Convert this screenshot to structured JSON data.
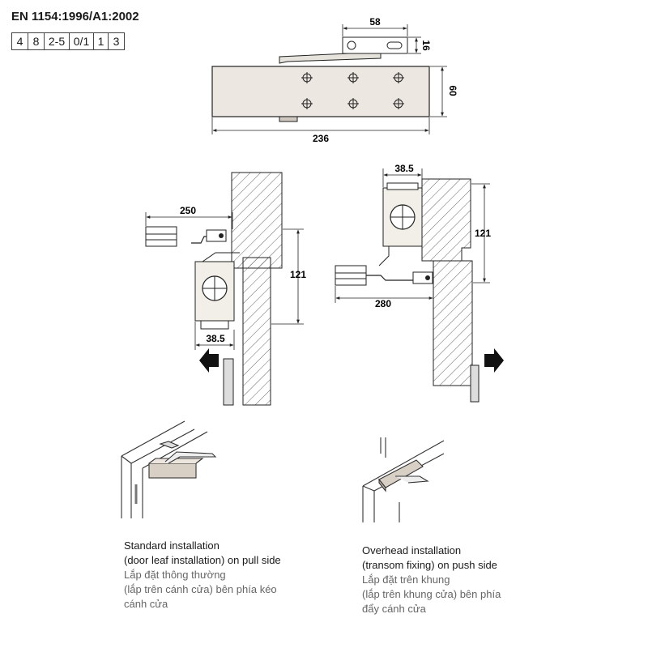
{
  "standard": {
    "title": "EN 1154:1996/A1:2002"
  },
  "spec_cells": [
    "4",
    "8",
    "2-5",
    "0/1",
    "1",
    "3"
  ],
  "dimensions": {
    "arm_shoe_width": "58",
    "arm_shoe_height": "16",
    "body_height": "60",
    "body_length": "236",
    "standard_arm_reach": "250",
    "standard_offset": "121",
    "standard_body_depth": "38.5",
    "overhead_body_depth": "38.5",
    "overhead_offset": "121",
    "overhead_arm_reach": "280"
  },
  "captions": {
    "standard": {
      "en_line1": "Standard installation",
      "en_line2": "(door leaf installation) on pull side",
      "vi_line1": "Lắp đặt thông thường",
      "vi_line2": "(lắp trên cánh cửa) bên phía kéo",
      "vi_line3": "cánh cửa"
    },
    "overhead": {
      "en_line1": "Overhead installation",
      "en_line2": "(transom fixing) on push side",
      "vi_line1": "Lắp đặt trên khung",
      "vi_line2": "(lắp trên khung cửa) bên phía",
      "vi_line3": "đẩy cánh cửa"
    }
  }
}
